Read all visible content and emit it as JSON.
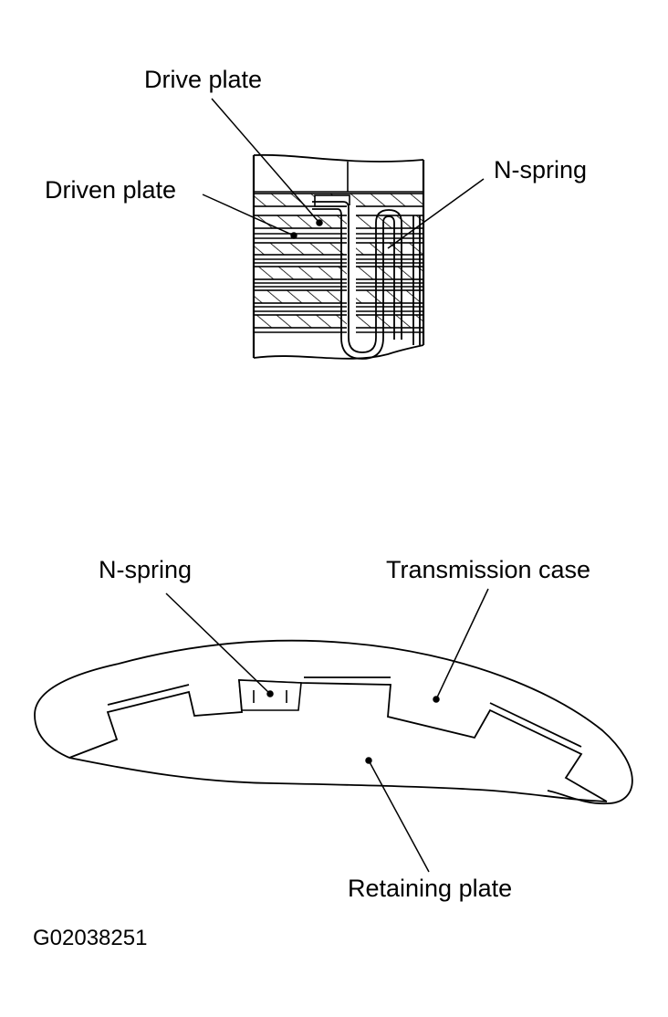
{
  "top_view": {
    "labels": {
      "drive_plate": "Drive plate",
      "driven_plate": "Driven plate",
      "n_spring": "N-spring"
    }
  },
  "bottom_view": {
    "labels": {
      "n_spring": "N-spring",
      "transmission_case": "Transmission case",
      "retaining_plate": "Retaining plate"
    }
  },
  "figure_id": "G02038251",
  "colors": {
    "ink": "#000000",
    "paper": "#ffffff"
  }
}
